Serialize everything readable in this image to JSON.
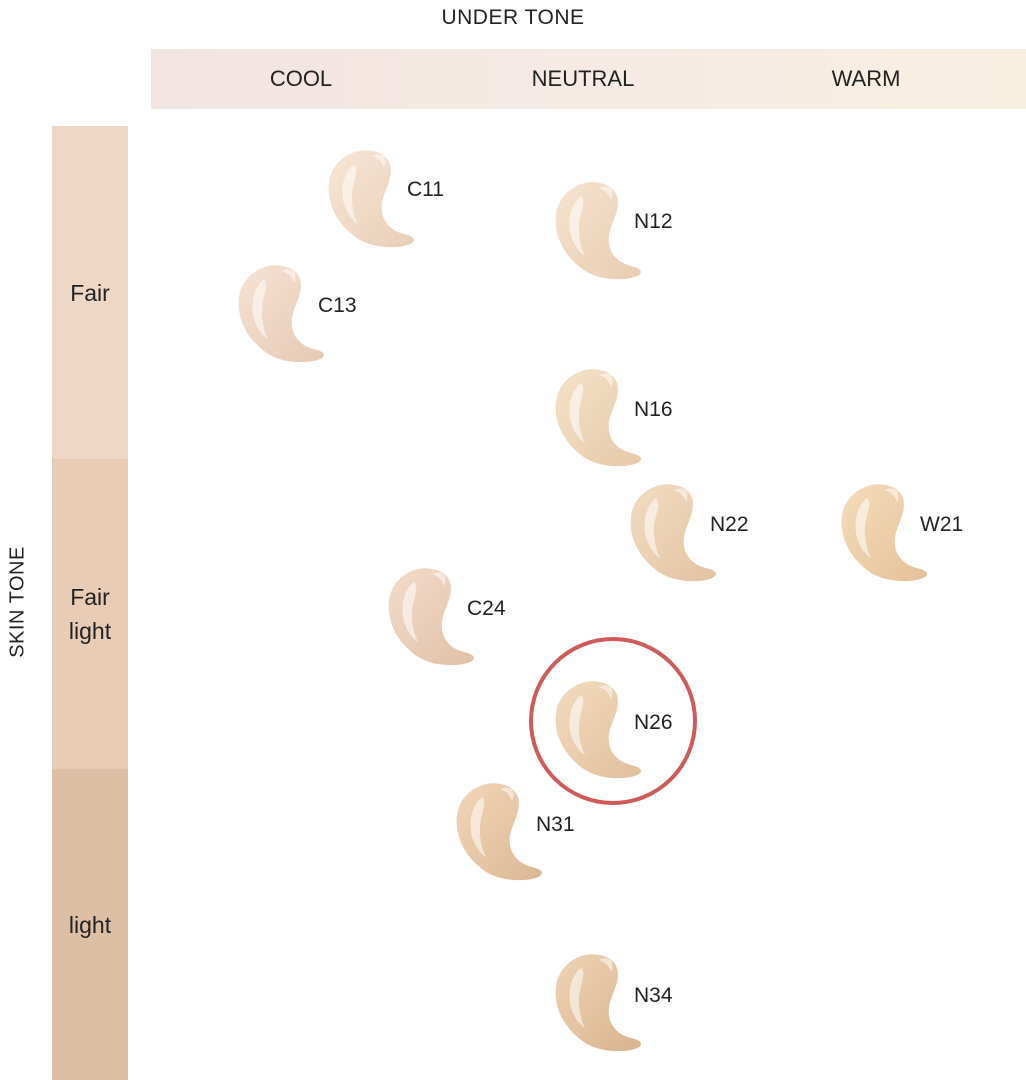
{
  "under_tone": {
    "title": "UNDER TONE",
    "cool": "COOL",
    "neutral": "NEUTRAL",
    "warm": "WARM"
  },
  "skin_tone": {
    "title": "SKIN TONE",
    "fair": "Fair",
    "fair_light": "Fair\nlight",
    "light": "light"
  },
  "shades": {
    "c11": "C11",
    "n12": "N12",
    "c13": "C13",
    "n16": "N16",
    "n22": "N22",
    "w21": "W21",
    "c24": "C24",
    "n26": "N26",
    "n31": "N31",
    "n34": "N34"
  },
  "highlighted_shade": "N26",
  "colors": {
    "highlight_ring": "#cf5a5a",
    "band_fair": "#eed7c5",
    "band_fair_light": "#e8ccb5",
    "band_light": "#ddbfa5"
  }
}
